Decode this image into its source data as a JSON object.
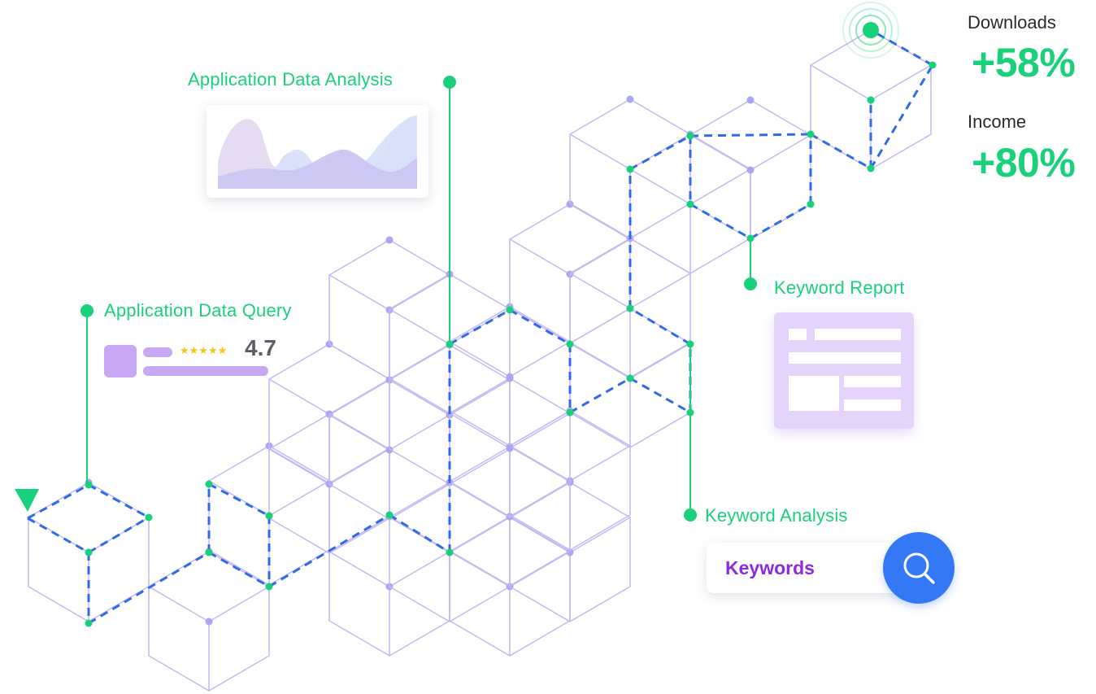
{
  "labels": {
    "app_data_analysis": "Application Data Analysis",
    "app_data_query": "Application Data Query",
    "keyword_report": "Keyword Report",
    "keyword_analysis": "Keyword Analysis"
  },
  "stats": {
    "downloads_label": "Downloads",
    "downloads_value": "+58%",
    "income_label": "Income",
    "income_value": "+80%"
  },
  "rating": {
    "stars": "★★★★★",
    "value": "4.7"
  },
  "search": {
    "text": "Keywords",
    "icon": "search-icon"
  },
  "colors": {
    "accent_green": "#19d17a",
    "cube_stroke": "#c4b8f3",
    "path_blue": "#2f6be8",
    "search_blue": "#3478f6",
    "keyword_purple": "#8a2be2",
    "card_lavender": "#e4d3fb"
  }
}
